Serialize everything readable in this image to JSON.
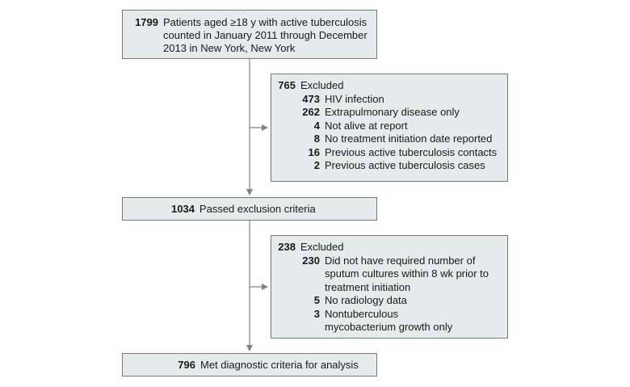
{
  "flow": {
    "start": {
      "count": "1799",
      "text": "Patients aged ≥18 y with active tuberculosis counted in January 2011 through December 2013 in New York, New York"
    },
    "exclusion1": {
      "count": "765",
      "label": "Excluded",
      "items": [
        {
          "count": "473",
          "text": "HIV infection"
        },
        {
          "count": "262",
          "text": "Extrapulmonary disease only"
        },
        {
          "count": "4",
          "text": "Not alive at report"
        },
        {
          "count": "8",
          "text": "No treatment initiation date reported"
        },
        {
          "count": "16",
          "text": "Previous active tuberculosis contacts"
        },
        {
          "count": "2",
          "text": "Previous active tuberculosis cases"
        }
      ]
    },
    "passed": {
      "count": "1034",
      "text": "Passed exclusion criteria"
    },
    "exclusion2": {
      "count": "238",
      "label": "Excluded",
      "items": [
        {
          "count": "230",
          "text": "Did not have required number of sputum cultures within 8 wk prior to treatment initiation"
        },
        {
          "count": "5",
          "text": "No radiology data"
        },
        {
          "count": "3",
          "text": "Nontuberculous mycobacterium growth only"
        }
      ]
    },
    "final": {
      "count": "796",
      "text": "Met diagnostic criteria for analysis"
    }
  },
  "colors": {
    "box_fill": "#e4ebea",
    "box_border": "#6f7a79",
    "connector": "#7d8584"
  }
}
